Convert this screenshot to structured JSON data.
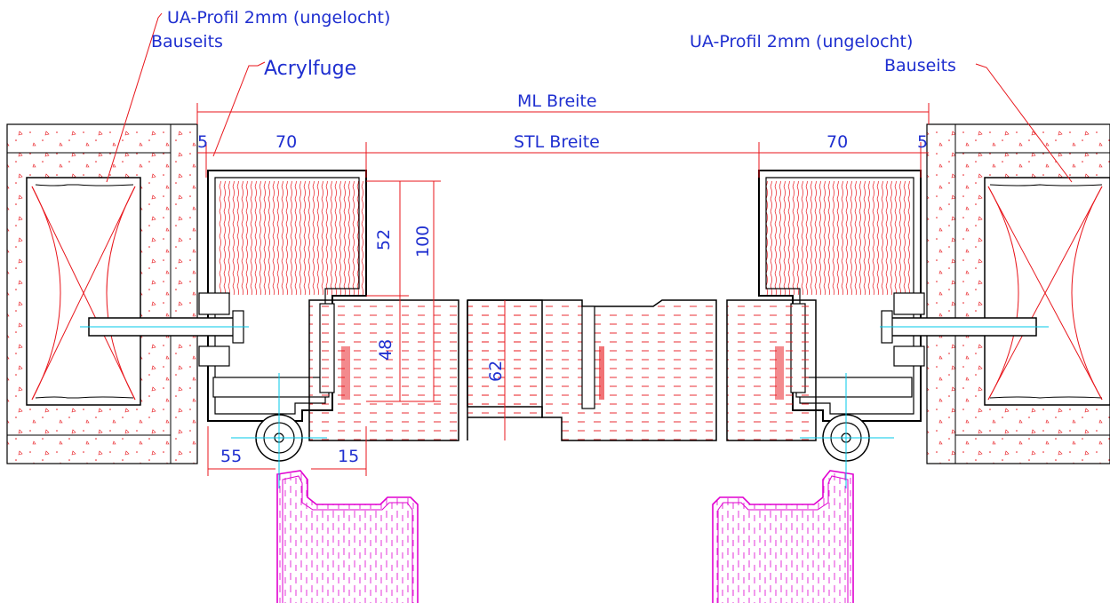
{
  "labels": {
    "left_profile_line1": "UA-Profil 2mm (ungelocht)",
    "left_profile_line2": "Bauseits",
    "right_profile_line1": "UA-Profil 2mm (ungelocht)",
    "right_profile_line2": "Bauseits",
    "acrylfuge": "Acrylfuge"
  },
  "dimensions": {
    "ml_breite": "ML Breite",
    "stl_breite": "STL Breite",
    "gap_left": "5",
    "gap_right": "5",
    "frame_left": "70",
    "frame_right": "70",
    "d52": "52",
    "d100": "100",
    "d48": "48",
    "d62": "62",
    "d55": "55",
    "d15": "15"
  },
  "colors": {
    "dimension_line": "#e8151b",
    "text": "#1f2fd0",
    "profile": "#000000",
    "hatch": "#e8151b",
    "door_leaf": "#e000d0",
    "center_line": "#00c8e8"
  }
}
